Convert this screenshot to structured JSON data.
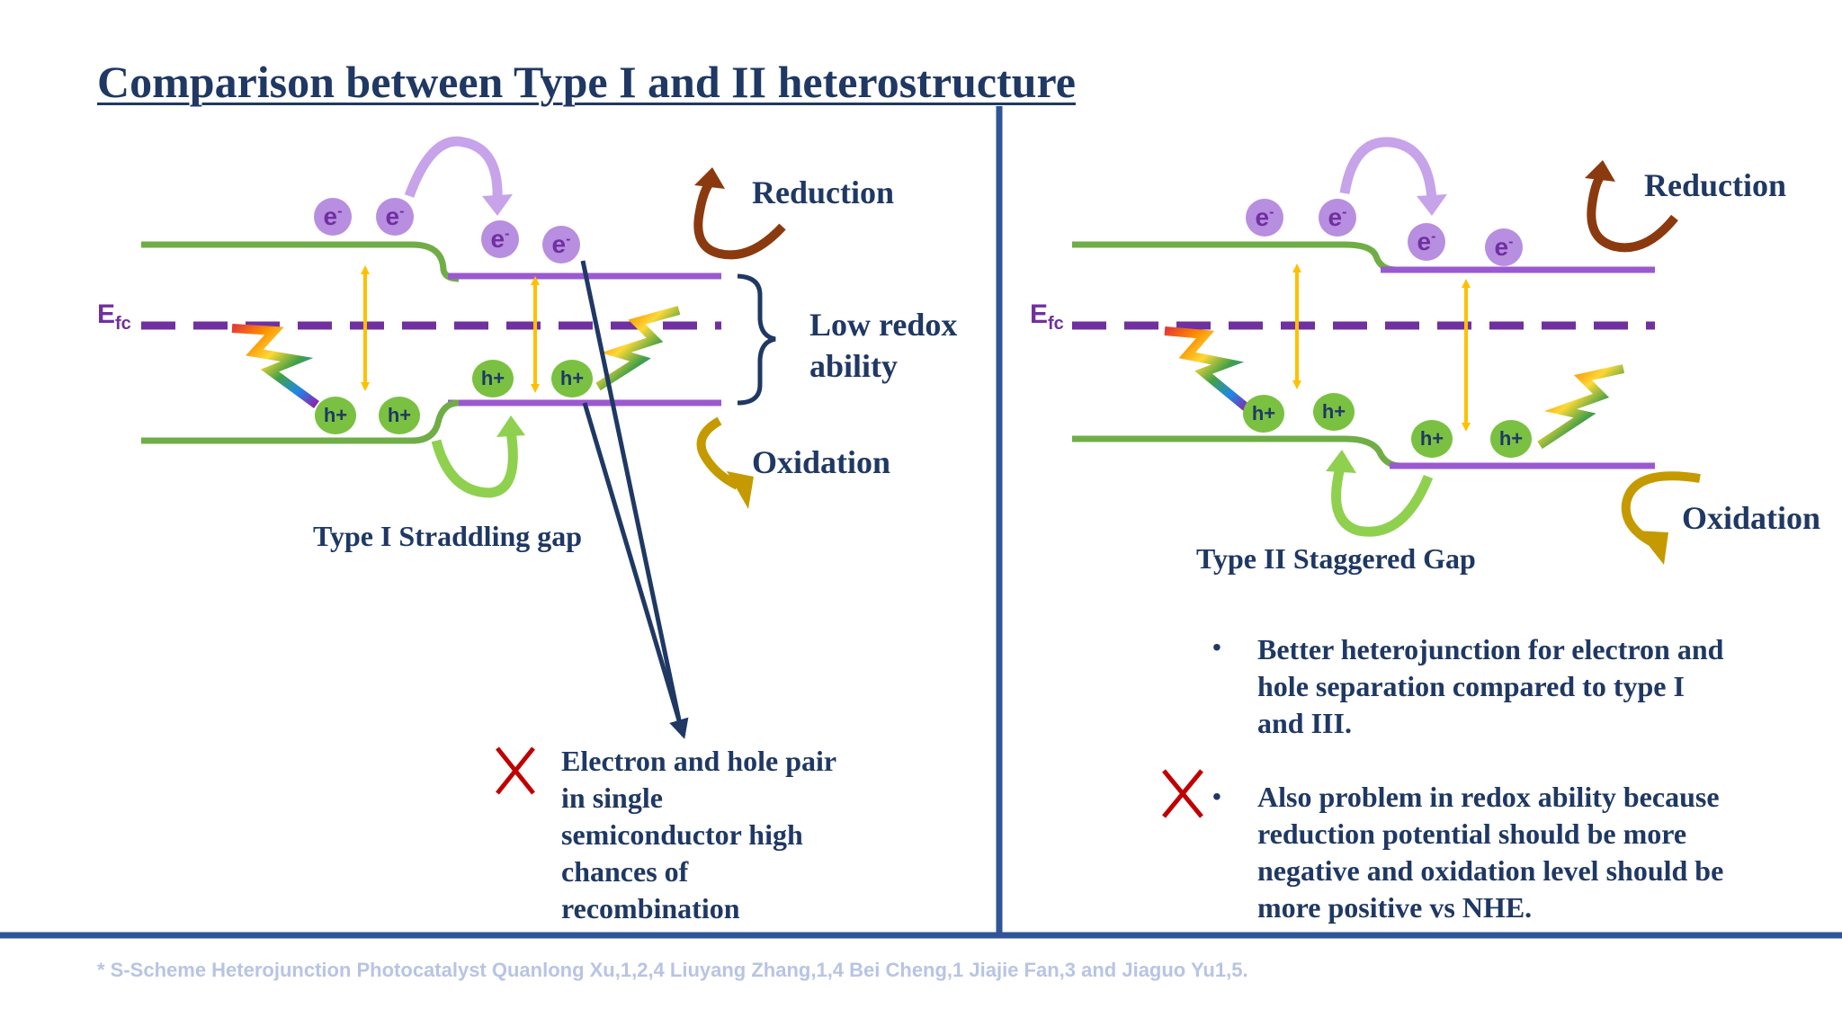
{
  "title": "Comparison between Type I and II heterostructure",
  "colors": {
    "navy": "#1f3864",
    "divider": "#2f5597",
    "green_band": "#70ad47",
    "purple_band": "#9b59d0",
    "fermi_line": "#7030a0",
    "electron": "#b88ee0",
    "hole": "#7ac142",
    "transition_arrow": "#ffc000",
    "reduction_arrow": "#8b3a0f",
    "oxidation_arrow": "#c59a00",
    "cross": "#c00000",
    "footnote": "#b8c4e4"
  },
  "icons": [
    "lightning-bolt-icon",
    "cross-icon",
    "curved-arrow-icon"
  ],
  "left_panel": {
    "fermi_label": "E",
    "fermi_sub": "fc",
    "electron_label": "e",
    "electron_sup": "-",
    "hole_label": "h+",
    "reduction_label": "Reduction",
    "oxidation_label": "Oxidation",
    "bracket_label_1": "Low redox",
    "bracket_label_2": "ability",
    "caption": "Type I Straddling gap",
    "note_lines": [
      "Electron and hole pair",
      "in single",
      "semiconductor high",
      "chances of",
      "recombination"
    ]
  },
  "right_panel": {
    "fermi_label": "E",
    "fermi_sub": "fc",
    "reduction_label": "Reduction",
    "oxidation_label": "Oxidation",
    "caption": "Type II Staggered Gap",
    "bullet_symbol": "•",
    "bullet_1_lines": [
      "Better heterojunction for electron and",
      "hole separation compared to type I",
      "and III."
    ],
    "bullet_2_lines": [
      "Also problem in redox ability because",
      "reduction potential should be more",
      "negative and oxidation level should be",
      "more positive vs NHE."
    ]
  },
  "footnote": "* S-Scheme Heterojunction Photocatalyst Quanlong Xu,1,2,4 Liuyang Zhang,1,4 Bei Cheng,1 Jiajie Fan,3 and Jiaguo Yu1,5."
}
